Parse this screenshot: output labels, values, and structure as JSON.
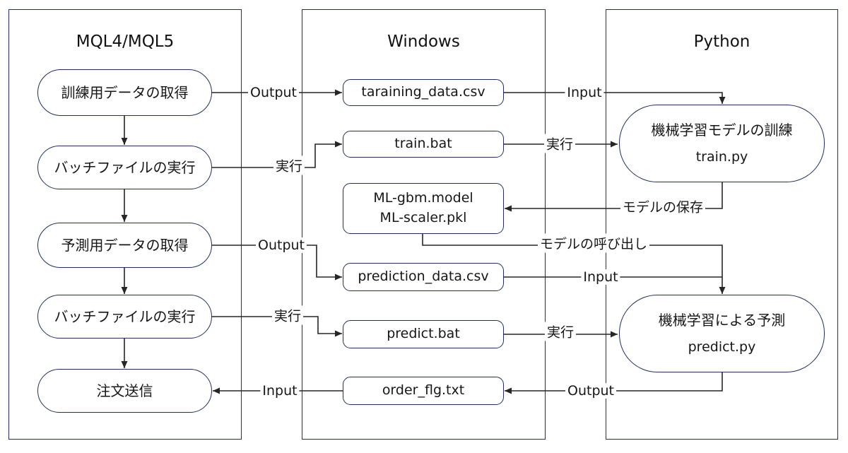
{
  "colors": {
    "border_navy": "#232f5e",
    "line_dark": "#262626",
    "background": "#ffffff",
    "text": "#161616"
  },
  "columns": {
    "mql": {
      "title": "MQL4/MQL5"
    },
    "windows": {
      "title": "Windows"
    },
    "python": {
      "title": "Python"
    }
  },
  "mql": {
    "boxes": [
      "訓練用データの取得",
      "バッチファイルの実行",
      "予測用データの取得",
      "バッチファイルの実行",
      "注文送信"
    ]
  },
  "windows": {
    "training_csv": "taraining_data.csv",
    "train_bat": "train.bat",
    "model_file_line1": "ML-gbm.model",
    "model_file_line2": "ML-scaler.pkl",
    "prediction_csv": "prediction_data.csv",
    "predict_bat": "predict.bat",
    "order_flag": "order_flg.txt"
  },
  "python": {
    "train": {
      "line1": "機械学習モデルの訓練",
      "line2": "train.py"
    },
    "predict": {
      "line1": "機械学習による予測",
      "line2": "predict.py"
    }
  },
  "edge_labels": {
    "output_training": "Output",
    "exec_batch1": "実行",
    "output_prediction": "Output",
    "exec_batch2": "実行",
    "input_order": "Input",
    "input_training": "Input",
    "exec_train_bat": "実行",
    "model_save": "モデルの保存",
    "model_load": "モデルの呼び出し",
    "input_prediction": "Input",
    "exec_predict_bat": "実行",
    "output_predict": "Output"
  }
}
